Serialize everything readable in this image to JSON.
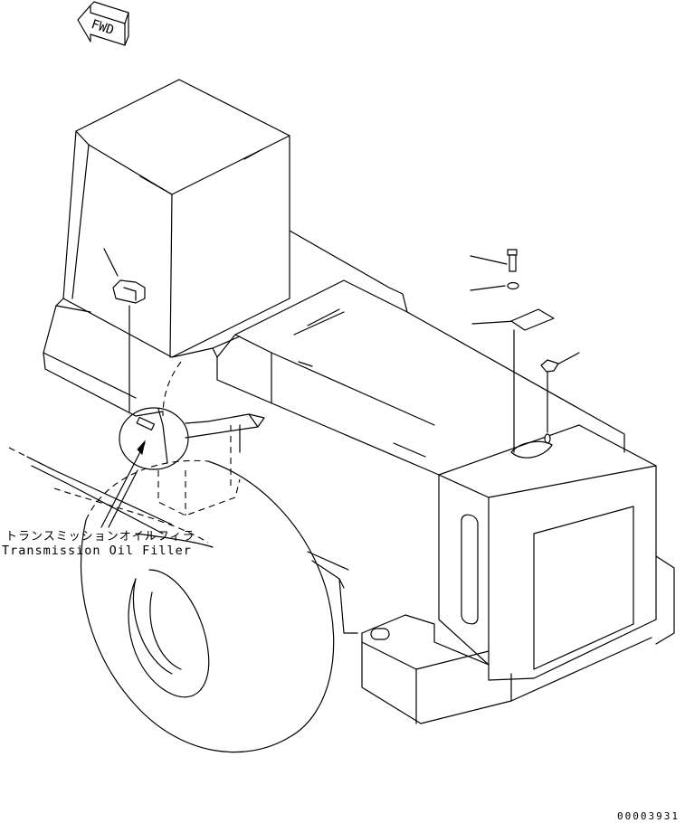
{
  "fwd_mark": {
    "text": "FWD"
  },
  "callout": {
    "label_jp": "トランスミッションオイルフィラ",
    "label_en": "Transmission Oil Filler"
  },
  "drawing_number": "00003931"
}
